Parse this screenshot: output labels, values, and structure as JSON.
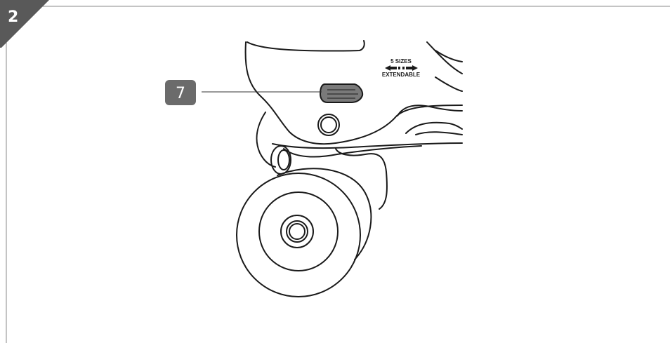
{
  "figure": {
    "step_number": "2",
    "colors": {
      "step_badge": "#595959",
      "callout_badge": "#6b6b6b",
      "outline": "#1a1a1a",
      "button_fill": "#7a7a7a",
      "frame_border": "#8a8a8a"
    }
  },
  "callout": {
    "number": "7",
    "target": "size-adjust-button"
  },
  "skate_label": {
    "line1": "5 SIZES",
    "line2": "EXTENDABLE",
    "arrows_icon": "double-arrow-icon"
  }
}
